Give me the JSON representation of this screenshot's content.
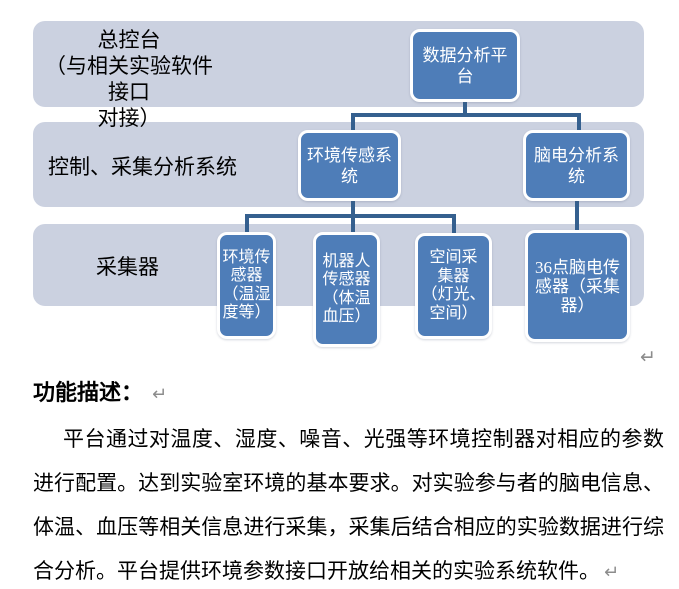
{
  "diagram": {
    "row_labels": {
      "console": {
        "lines": [
          "总控台",
          "（与相关实验软件接口",
          "对接）"
        ]
      },
      "control": "控制、采集分析系统",
      "collector": "采集器"
    },
    "nodes": {
      "platform": {
        "lines": [
          "数据分析平",
          "台"
        ]
      },
      "env_system": {
        "lines": [
          "环境传感系",
          "统"
        ]
      },
      "eeg_system": {
        "lines": [
          "脑电分析系",
          "统"
        ]
      },
      "env_sensor": {
        "lines": [
          "环境传",
          "感器",
          "（温湿",
          "度等）"
        ]
      },
      "robot_sensor": {
        "lines": [
          "机器人",
          "传感器",
          "（体温",
          "血压）"
        ]
      },
      "space_collector": {
        "lines": [
          "空间采",
          "集器",
          "（灯光、",
          "空间）"
        ]
      },
      "eeg_sensor": {
        "lines": [
          "36点脑电传",
          "感器（采集",
          "器）"
        ]
      }
    }
  },
  "body": {
    "heading": "功能描述：",
    "lines": [
      "平台通过对温度、湿度、噪音、光强等环境控制器对相应的参数",
      "进行配置。达到实验室环境的基本要求。对实验参与者的脑电信息、",
      "体温、血压等相关信息进行采集，采集后结合相应的实验数据进行综",
      "合分析。平台提供环境参数接口开放给相关的实验系统软件。"
    ]
  },
  "marks": {
    "return_mark": "↵"
  },
  "colors": {
    "band": "#cbd1e0",
    "node_fill": "#4e7db8",
    "node_border": "#ffffff",
    "connector": "#35608f",
    "return_mark": "#8c8c8c"
  }
}
